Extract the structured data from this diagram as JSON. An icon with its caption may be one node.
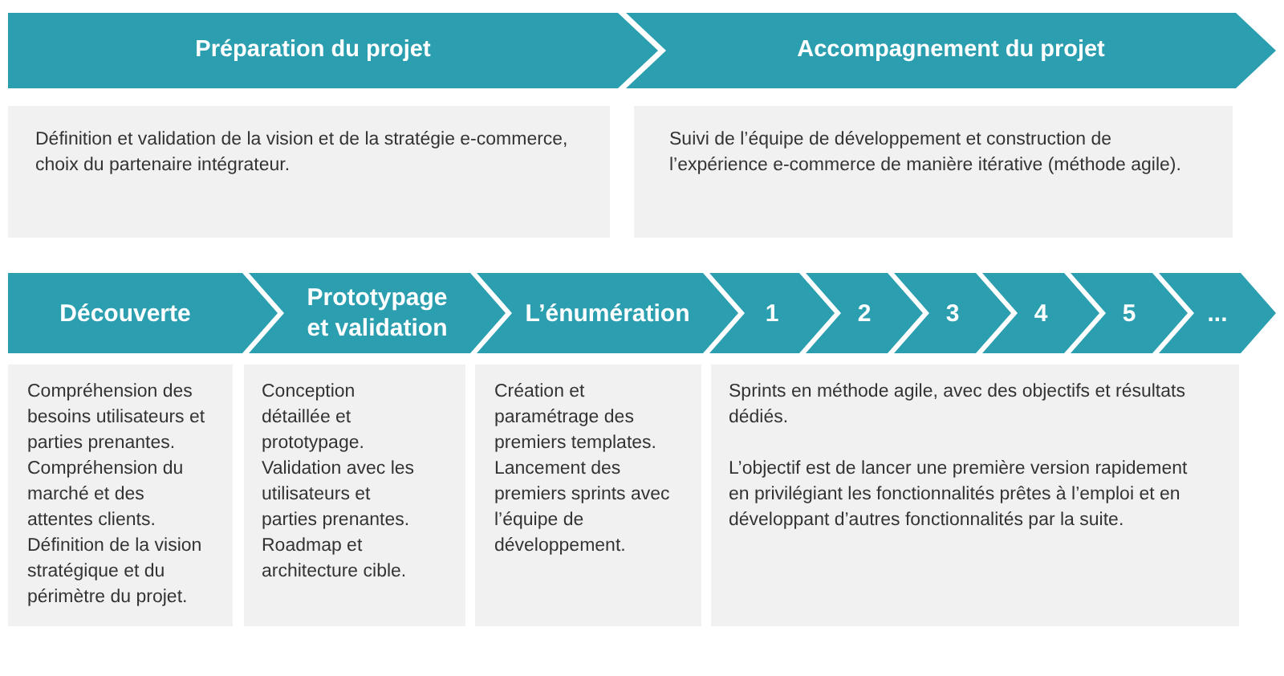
{
  "diagram": {
    "nodes": [
      {
        "text": [
          "Préparation du projet"
        ]
      },
      {
        "text": [
          "Accompagnement du projet"
        ]
      },
      {
        "text": [
          "Définition et validation de la vision et de la stratégie e-commerce, choix du partenaire intégrateur."
        ]
      },
      {
        "text": [
          "Suivi de l’équipe de développement et construction de l’expérience e-commerce de manière itérative (méthode agile)."
        ]
      },
      {
        "text": [
          "Découverte"
        ]
      },
      {
        "text": [
          "Prototypage et validation"
        ]
      },
      {
        "text": [
          "L’énumération"
        ]
      },
      {
        "text": [
          "1"
        ]
      },
      {
        "text": [
          "2"
        ]
      },
      {
        "text": [
          "3"
        ]
      },
      {
        "text": [
          "4"
        ]
      },
      {
        "text": [
          "5"
        ]
      },
      {
        "text": [
          "..."
        ]
      },
      {
        "text": [
          "Compréhension des besoins utilisateurs et parties prenantes. Compréhension du marché et des attentes clients. Définition de la vision stratégique et du périmètre du projet."
        ]
      },
      {
        "text": [
          "Conception détaillée et prototypage. Validation avec les utilisateurs et parties prenantes. Roadmap et architecture cible."
        ]
      },
      {
        "text": [
          "Création et paramétrage des premiers templates. Lancement des premiers sprints avec l’équipe de développement."
        ]
      },
      {
        "text": [
          "Sprints en méthode agile, avec des objectifs et résultats dédiés.",
          "L’objectif est de lancer une première version rapidement en privilégiant les fonctionnalités prêtes à l’emploi et en développant d’autres fonctionnalités par la suite."
        ]
      }
    ]
  }
}
